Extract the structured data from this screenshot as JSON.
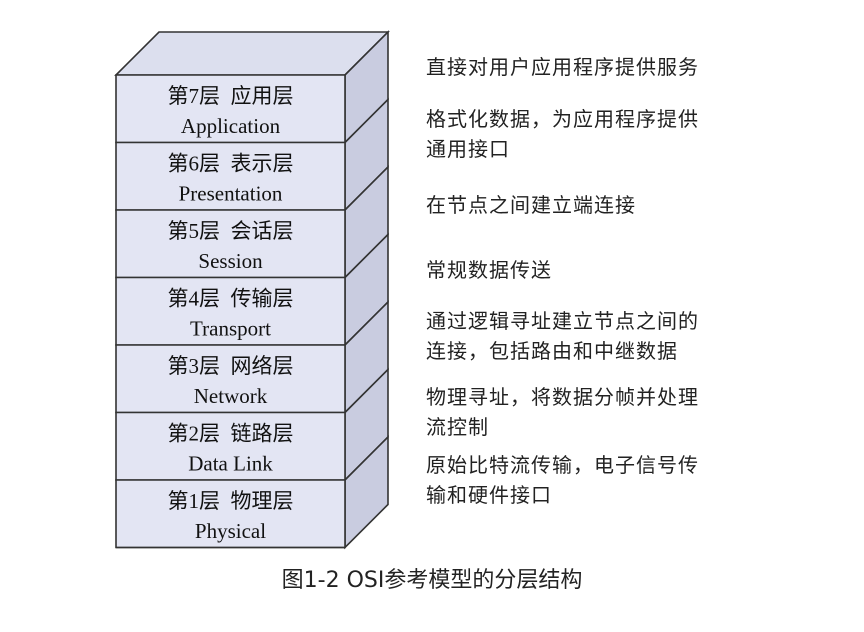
{
  "layers": [
    {
      "name_cn": "第7层  应用层",
      "name_en": "Application",
      "description": "直接对用户应用程序提供服务"
    },
    {
      "name_cn": "第6层  表示层",
      "name_en": "Presentation",
      "description": "格式化数据，为应用程序提供\n通用接口"
    },
    {
      "name_cn": "第5层  会话层",
      "name_en": "Session",
      "description": "在节点之间建立端连接"
    },
    {
      "name_cn": "第4层  传输层",
      "name_en": "Transport",
      "description": "常规数据传送"
    },
    {
      "name_cn": "第3层  网络层",
      "name_en": "Network",
      "description": "通过逻辑寻址建立节点之间的\n连接，包括路由和中继数据"
    },
    {
      "name_cn": "第2层  链路层",
      "name_en": "Data Link",
      "description": "物理寻址，将数据分帧并处理\n流控制"
    },
    {
      "name_cn": "第1层  物理层",
      "name_en": "Physical",
      "description": "原始比特流传输，电子信号传\n输和硬件接口"
    }
  ],
  "caption": "图1-2 OSI参考模型的分层结构",
  "colors": {
    "face": "#e3e5f3",
    "side": "#c9cce0",
    "edge": "#333333"
  }
}
